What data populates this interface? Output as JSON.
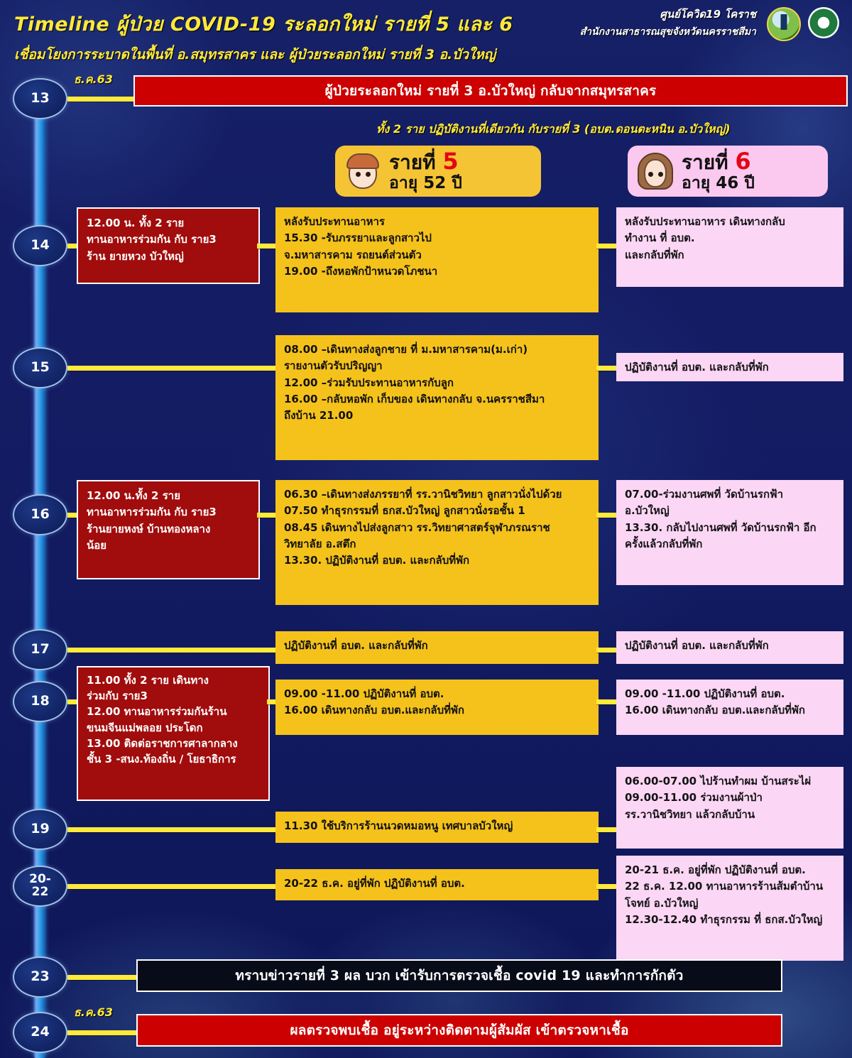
{
  "header": {
    "title_line1": "Timeline ผู้ป่วย COVID-19 ระลอกใหม่ รายที่ 5 และ 6",
    "title_line2": "เชื่อมโยงการระบาดในพื้นที่ อ.สมุทรสาคร และ ผู้ป่วยระลอกใหม่ รายที่ 3 อ.บัวใหญ่",
    "org_line1": "ศูนย์โควิด19 โคราช",
    "org_line2": "สำนักงานสาธารณสุขจังหวัดนครราชสีมา",
    "logo_left_name": "korat-province-seal",
    "logo_right_name": "ministry-of-public-health-seal"
  },
  "top_banner": {
    "month_label": "ธ.ค.63",
    "text": "ผู้ป่วยระลอกใหม่ รายที่ 3 อ.บัวใหญ่ กลับจากสมุทรสาคร"
  },
  "subnote": "ทั้ง 2 ราย ปฏิบัติงานที่เดียวกัน กับรายที่ 3 (อบต.ดอนตะหนิน อ.บัวใหญ่)",
  "persons": [
    {
      "title": "รายที่",
      "number": "5",
      "age": "อายุ 52 ปี",
      "icon": "male-avatar-icon",
      "color": "#f5c434"
    },
    {
      "title": "รายที่",
      "number": "6",
      "age": "อายุ 46 ปี",
      "icon": "female-avatar-icon",
      "color": "#fbc8ef"
    }
  ],
  "dates": {
    "d13": "13",
    "d14": "14",
    "d15": "15",
    "d16": "16",
    "d17": "17",
    "d18": "18",
    "d19": "19",
    "d2022": "20-\n22",
    "d23": "23",
    "d24": "24"
  },
  "rows": {
    "d14": {
      "shared": [
        "12.00 น. ทั้ง 2 ราย",
        "ทานอาหารร่วมกัน กับ ราย3",
        "ร้าน ยายหวง บัวใหญ่"
      ],
      "p5": [
        "หลังรับประทานอาหาร",
        "15.30 -รับภรรยาและลูกสาวไป",
        "จ.มหาสารคาม รถยนต์ส่วนตัว",
        "19.00 -ถึงหอพักป้าหนวดโภชนา"
      ],
      "p6": [
        "หลังรับประทานอาหาร เดินทางกลับ",
        "ทำงาน ที่ อบต.",
        "และกลับที่พัก"
      ]
    },
    "d15": {
      "p5": [
        "08.00 –เดินทางส่งลูกชาย ที่ ม.มหาสารคาม(ม.เก่า)",
        "รายงานตัวรับปริญญา",
        "12.00 –ร่วมรับประทานอาหารกับลูก",
        "16.00 –กลับหอพัก เก็บของ เดินทางกลับ จ.นครราชสีมา",
        "ถึงบ้าน 21.00"
      ],
      "p6": [
        "ปฏิบัติงานที่ อบต. และกลับที่พัก"
      ]
    },
    "d16": {
      "shared": [
        "12.00 น.ทั้ง 2 ราย",
        "ทานอาหารร่วมกัน กับ ราย3",
        "ร้านยายหงษ์  บ้านทองหลาง",
        "น้อย"
      ],
      "p5": [
        "06.30 –เดินทางส่งภรรยาที่ รร.วานิชวิทยา ลูกสาวนั่งไปด้วย",
        "07.50 ทำธุรกรรมที่ ธกส.บัวใหญ่ ลูกสาวนั่งรอชั้น 1",
        "08.45 เดินทางไปส่งลูกสาว รร.วิทยาศาสตร์จุฬาภรณราช",
        "วิทยาลัย อ.สตึก",
        "13.30. ปฏิบัติงานที่ อบต. และกลับที่พัก"
      ],
      "p6": [
        "07.00-ร่วมงานศพที่ วัดบ้านรกฟ้า",
        "อ.บัวใหญ่",
        "13.30. กลับไปงานศพที่ วัดบ้านรกฟ้า อีก",
        "ครั้งแล้วกลับที่พัก"
      ]
    },
    "d17": {
      "p5": [
        "ปฏิบัติงานที่ อบต. และกลับที่พัก"
      ],
      "p6": [
        "ปฏิบัติงานที่ อบต. และกลับที่พัก"
      ]
    },
    "d18": {
      "shared": [
        "11.00 ทั้ง 2 ราย เดินทาง",
        "ร่วมกับ ราย3",
        "12.00 ทานอาหารร่วมกันร้าน",
        "ขนมจีนแม่พลอย ประโดก",
        "13.00 ติดต่อราชการศาลากลาง",
        "ชั้น 3 -สนง.ท้องถิ่น / โยธาธิการ"
      ],
      "p5": [
        "09.00 -11.00 ปฏิบัติงานที่ อบต.",
        "16.00 เดินทางกลับ อบต.และกลับที่พัก"
      ],
      "p6": [
        "09.00 -11.00 ปฏิบัติงานที่ อบต.",
        "16.00 เดินทางกลับ อบต.และกลับที่พัก"
      ]
    },
    "d19": {
      "p5": [
        "11.30 ใช้บริการร้านนวดหมอหนู เทศบาลบัวใหญ่"
      ],
      "p6": [
        "06.00-07.00 ไปร้านทำผม บ้านสระไผ่",
        "09.00-11.00 ร่วมงานผ้าป่า",
        "รร.วานิชวิทยา แล้วกลับบ้าน"
      ]
    },
    "d2022": {
      "p5": [
        "20-22 ธ.ค. อยู่ที่พัก  ปฏิบัติงานที่ อบต."
      ],
      "p6": [
        "20-21 ธ.ค. อยู่ที่พัก  ปฏิบัติงานที่ อบต.",
        "22 ธ.ค. 12.00 ทานอาหารร้านส้มตำบ้าน",
        "โจทย์ อ.บัวใหญ่",
        "12.30-12.40 ทำธุรกรรม ที่ ธกส.บัวใหญ่"
      ]
    }
  },
  "bottom": {
    "banner23": "ทราบข่าวรายที่ 3 ผล บวก เข้ารับการตรวจเชื้อ covid 19 และทำการกักตัว",
    "month_label24": "ธ.ค.63",
    "banner24": "ผลตรวจพบเชื้อ อยู่ระหว่างติดตามผู้สัมผัส เข้าตรวจหาเชื้อ"
  },
  "colors": {
    "background": "#121a5e",
    "accent_yellow": "#ffe93a",
    "banner_red": "#cc0000",
    "box_red": "#a10c0c",
    "box_yellow": "#f5c21b",
    "box_pink": "#fbd6f5",
    "banner_black": "#080b18"
  }
}
